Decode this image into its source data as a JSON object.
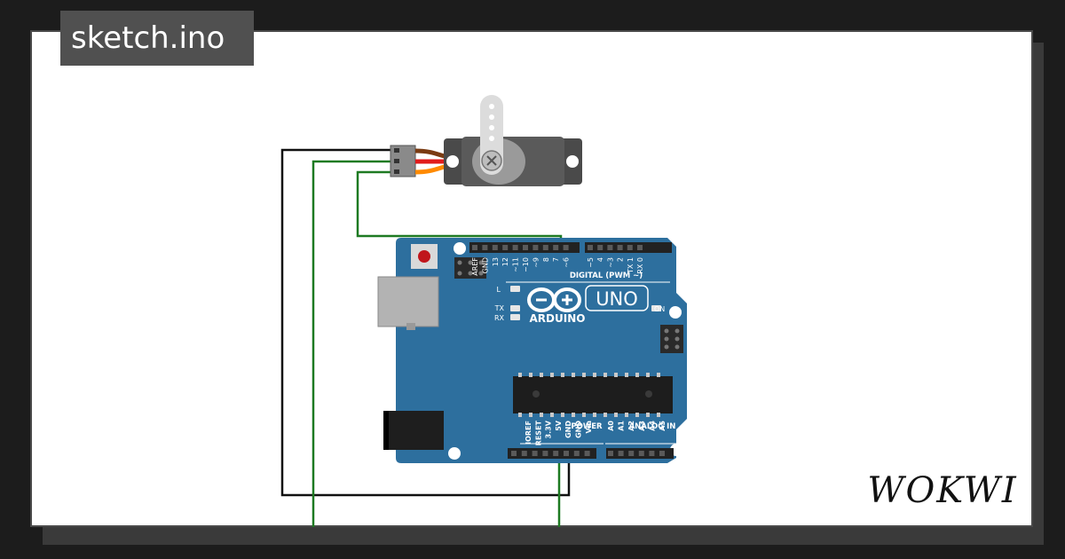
{
  "tab": {
    "title": "sketch.ino"
  },
  "brand": {
    "logo_text": "WOKWI"
  },
  "colors": {
    "board": "#2d6f9e",
    "board_dark": "#21557a",
    "wire_black": "#111111",
    "wire_green": "#1e7a22",
    "servo_brown": "#7a3b12",
    "servo_red": "#e11b1b",
    "servo_orange": "#ff8a00",
    "servo_body": "#4a4a4a"
  },
  "board": {
    "digital_pins": [
      "AREF",
      "GND",
      "13",
      "12",
      "~11",
      "~10",
      "~9",
      "8",
      "7",
      "~6",
      "~5",
      "4",
      "~3",
      "2",
      "TX 1",
      "RX 0"
    ],
    "digital_header": "DIGITAL (PWM ~)",
    "brand": "ARDUINO",
    "model": "UNO",
    "led_l": "L",
    "led_tx": "TX",
    "led_rx": "RX",
    "led_on": "ON",
    "power_header": "POWER",
    "power_pins": [
      "IOREF",
      "RESET",
      "3.3V",
      "5V",
      "GND",
      "GND",
      "Vin"
    ],
    "analog_header": "ANALOG IN",
    "analog_pins": [
      "A0",
      "A1",
      "A2",
      "A3",
      "A4",
      "A5"
    ]
  }
}
